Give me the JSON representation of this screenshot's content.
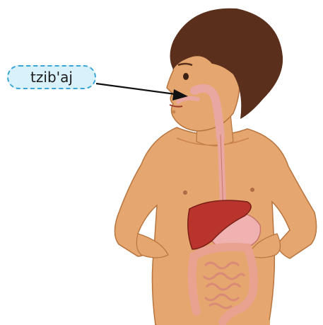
{
  "label": {
    "text": "tzib'aj"
  },
  "colors": {
    "pill_fill": "#d9f1fb",
    "pill_border": "#3aa6d8",
    "skin": "#e6a66f",
    "skin_shadow": "#c98450",
    "hair": "#5a2f1b",
    "esophagus": "#e8a7a0",
    "liver": "#b8342c",
    "stomach": "#f0b2b0",
    "intestine": "#e9a28f",
    "arrow": "#111111"
  },
  "icons": [
    "pointer-arrow",
    "boy-figure",
    "digestive-system"
  ]
}
